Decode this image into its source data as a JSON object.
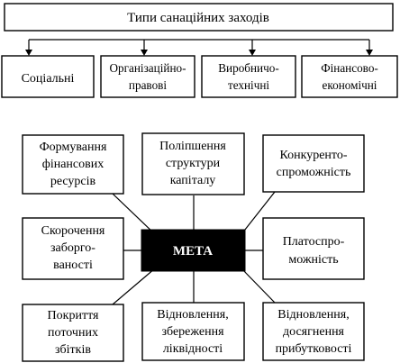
{
  "top": {
    "title": "Типи санаційних заходів",
    "categories": [
      {
        "id": "social",
        "lines": [
          "Соціальні"
        ]
      },
      {
        "id": "org-legal",
        "lines": [
          "Організаційно-",
          "правові"
        ]
      },
      {
        "id": "production",
        "lines": [
          "Виробничо-",
          "технічні"
        ]
      },
      {
        "id": "fin-econ",
        "lines": [
          "Фінансово-",
          "економічні"
        ]
      }
    ]
  },
  "bottom": {
    "center": "МЕТА",
    "goals": [
      {
        "id": "financial-resources",
        "lines": [
          "Формування",
          "фінансових",
          "ресурсів"
        ]
      },
      {
        "id": "capital-structure",
        "lines": [
          "Поліпшення",
          "структури",
          "капіталу"
        ]
      },
      {
        "id": "competitiveness",
        "lines": [
          "Конкуренто-",
          "спроможність"
        ]
      },
      {
        "id": "debt-reduction",
        "lines": [
          "Скорочення",
          "заборго-",
          "ваності"
        ]
      },
      {
        "id": "solvency",
        "lines": [
          "Платоспро-",
          "можність"
        ]
      },
      {
        "id": "loss-coverage",
        "lines": [
          "Покриття",
          "поточних",
          "збітків"
        ]
      },
      {
        "id": "liquidity",
        "lines": [
          "Відновлення,",
          "збереження",
          "ліквідності"
        ]
      },
      {
        "id": "profitability",
        "lines": [
          "Відновлення,",
          "досягнення",
          "прибутковості"
        ]
      }
    ]
  }
}
